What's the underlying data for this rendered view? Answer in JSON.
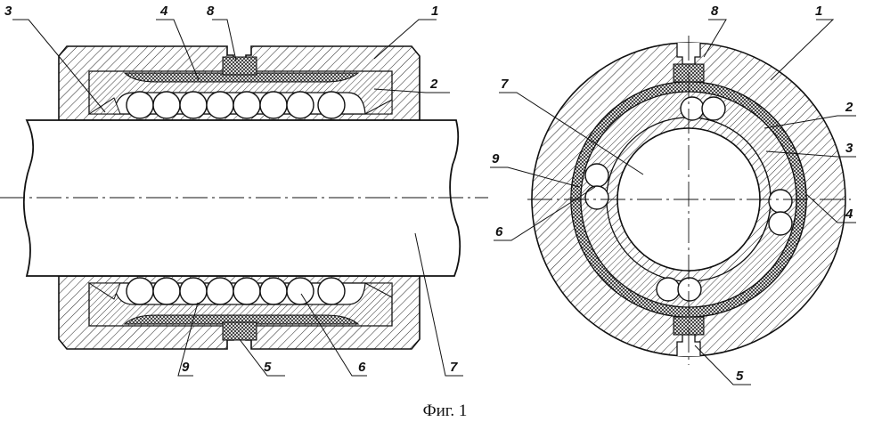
{
  "caption": "Фиг. 1",
  "labels": {
    "side": {
      "l3": "3",
      "l4": "4",
      "l8": "8",
      "l1": "1",
      "l2": "2",
      "l9": "9",
      "l5": "5",
      "l6": "6",
      "l7": "7"
    },
    "front": {
      "l8": "8",
      "l1": "1",
      "l7": "7",
      "l2": "2",
      "l3": "3",
      "l9": "9",
      "l4": "4",
      "l6": "6",
      "l5": "5"
    }
  }
}
